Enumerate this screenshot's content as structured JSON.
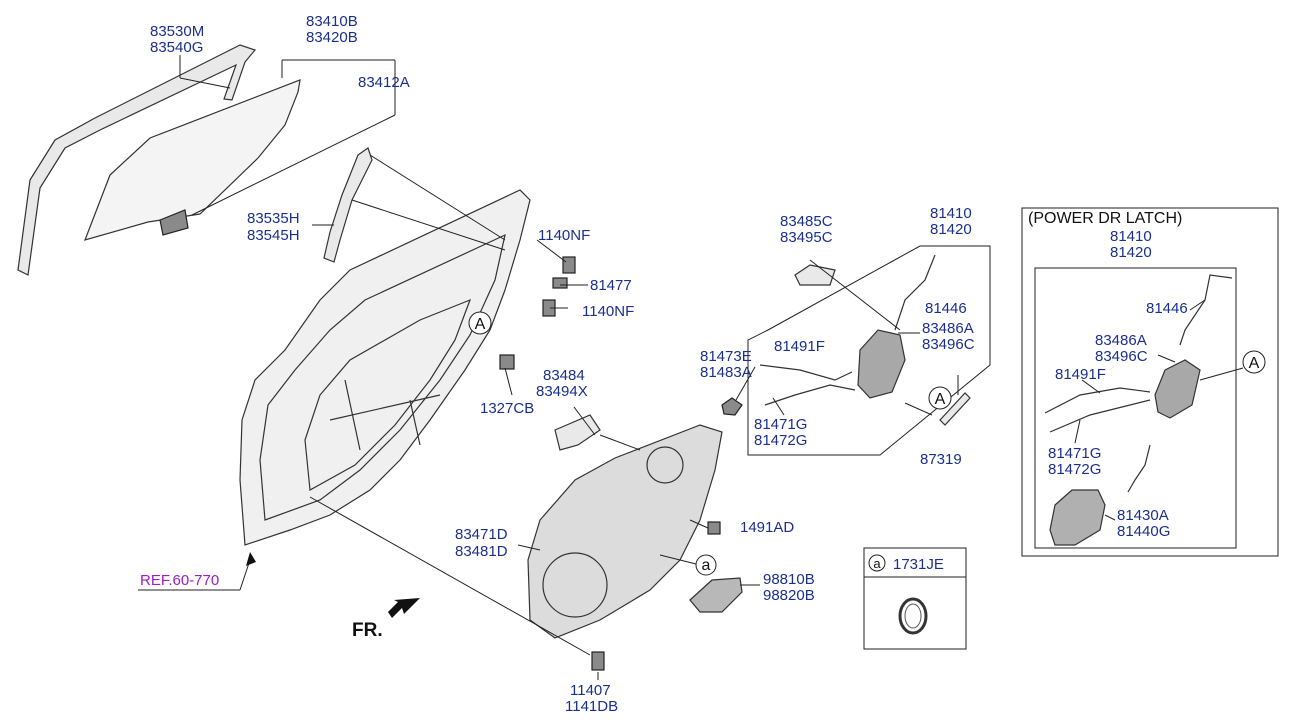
{
  "labels": {
    "p83530m": "83530M",
    "p83540g": "83540G",
    "p83410b": "83410B",
    "p83420b": "83420B",
    "p83412a": "83412A",
    "p83535h": "83535H",
    "p83545h": "83545H",
    "p1140nf_a": "1140NF",
    "p81477": "81477",
    "p1140nf_b": "1140NF",
    "p1327cb": "1327CB",
    "p83484": "83484",
    "p83494x": "83494X",
    "p83485c": "83485C",
    "p83495c": "83495C",
    "p81410": "81410",
    "p81420": "81420",
    "p81446": "81446",
    "p83486a": "83486A",
    "p83496c": "83496C",
    "p81473e": "81473E",
    "p81483a": "81483A",
    "p81491f": "81491F",
    "p81471g": "81471G",
    "p81472g": "81472G",
    "p87319": "87319",
    "p83471d": "83471D",
    "p83481d": "83481D",
    "p1491ad": "1491AD",
    "p98810b": "98810B",
    "p98820b": "98820B",
    "p11407": "11407",
    "p1141db": "1141DB",
    "ref": "REF.60-770",
    "fr": "FR.",
    "power_title": "(POWER DR LATCH)",
    "pw81410": "81410",
    "pw81420": "81420",
    "pw81446": "81446",
    "pw83486a": "83486A",
    "pw83496c": "83496C",
    "pw81491f": "81491F",
    "pw81471g": "81471G",
    "pw81472g": "81472G",
    "pw81430a": "81430A",
    "pw81440g": "81440G",
    "circle_a": "A",
    "legend_a": "a",
    "legend_part": "1731JE"
  }
}
